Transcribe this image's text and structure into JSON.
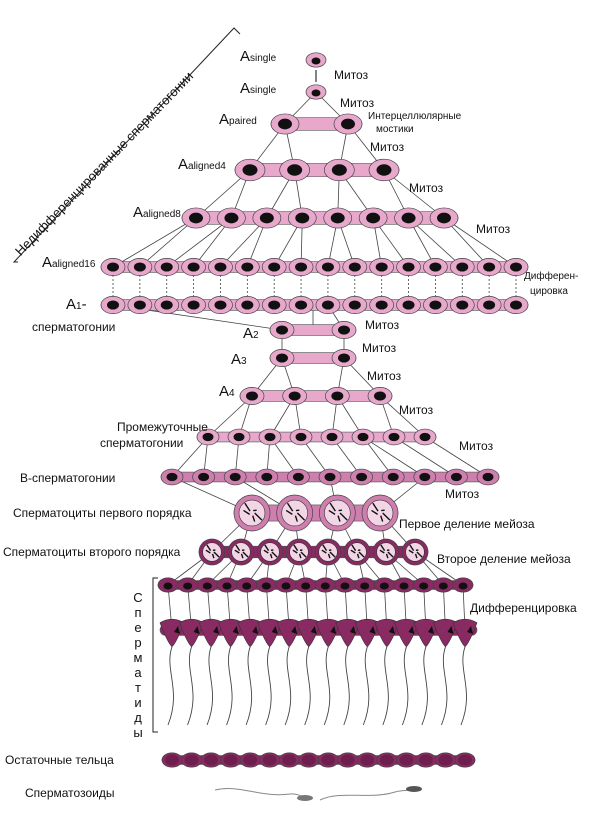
{
  "stages": {
    "a_single_1": {
      "main": "A",
      "sub": "single"
    },
    "a_single_2": {
      "main": "A",
      "sub": "single"
    },
    "a_paired": {
      "main": "A",
      "sub": "paired"
    },
    "a_aligned4": {
      "main": "A",
      "sub": "aligned4"
    },
    "a_aligned8": {
      "main": "A",
      "sub": "aligned8"
    },
    "a_aligned16": {
      "main": "A",
      "sub": "aligned16"
    },
    "a1": {
      "main": "A",
      "sub": "1",
      "suffix": "-",
      "line2": "сперматогонии"
    },
    "a2": {
      "main": "A",
      "sub": "2"
    },
    "a3": {
      "main": "A",
      "sub": "3"
    },
    "a4": {
      "main": "A",
      "sub": "4"
    },
    "intermediate": {
      "line1": "Промежуточные",
      "line2": "сперматогонии"
    },
    "b_spermatogonia": "В-сперматогонии",
    "spermatocytes_1": "Сперматоциты первого порядка",
    "spermatocytes_2": "Сперматоциты второго порядка",
    "residual_bodies": "Остаточные тельца",
    "spermatozoa": "Сперматозоиды"
  },
  "processes": {
    "mitosis": "Митоз",
    "bridges_line1": "Интерцеллюлярные",
    "bridges_line2": "мостики",
    "diff_line1": "Дифферен-",
    "diff_line2": "цировка",
    "meiosis_1": "Первое деление мейоза",
    "meiosis_2": "Второе деление мейоза",
    "differentiation": "Дифференцировка"
  },
  "brackets": {
    "undifferentiated": "Недифференцированные сперматогонии",
    "spermatids": "Сперматиды"
  },
  "colors": {
    "cell_light": "#e8a8cc",
    "cell_mid": "#cf7fae",
    "cell_dark": "#8a2a63",
    "nucleus": "#111111",
    "line": "#444444"
  }
}
